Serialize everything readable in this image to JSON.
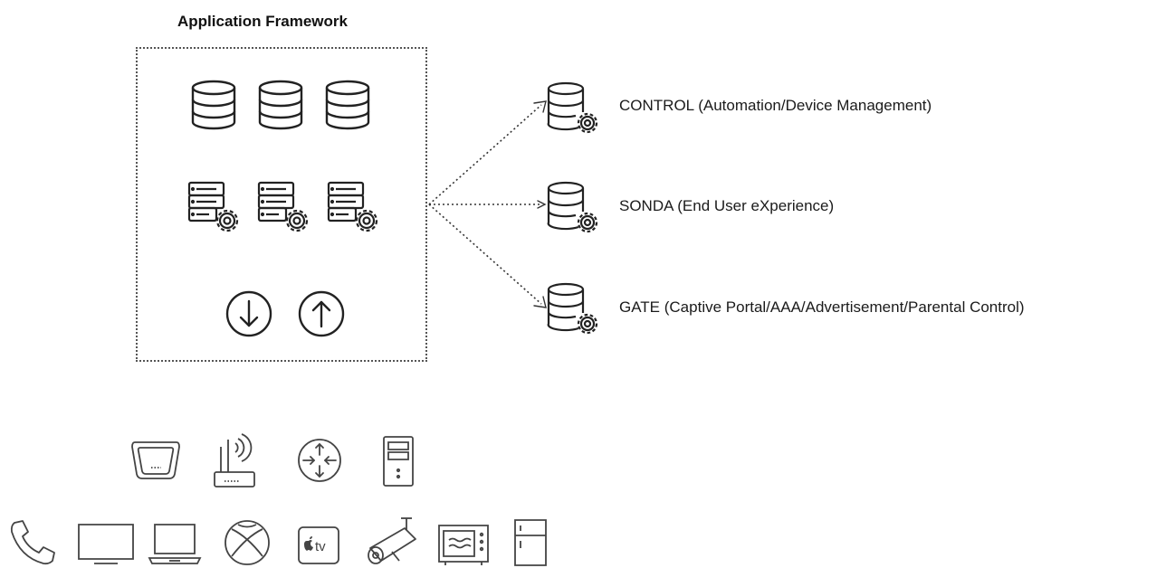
{
  "diagram": {
    "title": "Application Framework",
    "services": [
      {
        "label": "CONTROL (Automation/Device Management)",
        "icon": "database-gear-icon"
      },
      {
        "label": "SONDA (End User eXperience)",
        "icon": "database-gear-icon"
      },
      {
        "label": "GATE (Captive Portal/AAA/Advertisement/Parental Control)",
        "icon": "database-gear-icon"
      }
    ],
    "framework_icons": {
      "row1": [
        "database-icon",
        "database-icon",
        "database-icon"
      ],
      "row2": [
        "server-gear-icon",
        "server-gear-icon",
        "server-gear-icon"
      ],
      "row3": [
        "download-arrow-icon",
        "upload-arrow-icon"
      ]
    },
    "network_devices": [
      "modem-icon",
      "wifi-router-icon",
      "network-router-icon",
      "server-tower-icon"
    ],
    "end_devices": [
      "phone-icon",
      "tv-icon",
      "laptop-icon",
      "xbox-icon",
      "apple-tv-icon",
      "security-camera-icon",
      "microwave-icon",
      "refrigerator-icon"
    ],
    "apple_tv_badge": "tv",
    "line_color": "#333333"
  }
}
